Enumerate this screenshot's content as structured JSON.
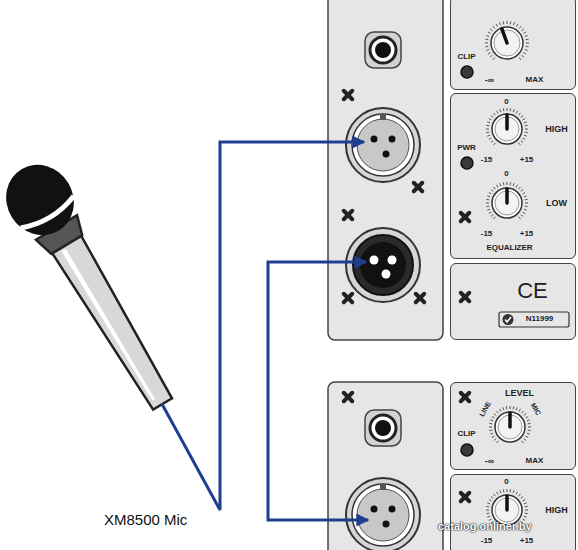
{
  "diagram": {
    "nodes": [
      {
        "text": [
          "CLIP",
          "-∞",
          "MAX"
        ]
      },
      {
        "text": [
          "PWR",
          "0",
          "HIGH",
          "-15",
          "+15",
          "0",
          "LOW",
          "-15",
          "+15",
          "EQUALIZER"
        ]
      },
      {
        "text": [
          "CE",
          "N11999"
        ]
      },
      {
        "text": [
          "LEVEL",
          "LINE",
          "MIC",
          "CLIP",
          "-∞",
          "MAX"
        ]
      },
      {
        "text": [
          "0",
          "HIGH",
          "-15",
          "+15"
        ]
      }
    ],
    "labels": [
      "XM8500 Mic",
      "catalog.onliner.by"
    ]
  }
}
